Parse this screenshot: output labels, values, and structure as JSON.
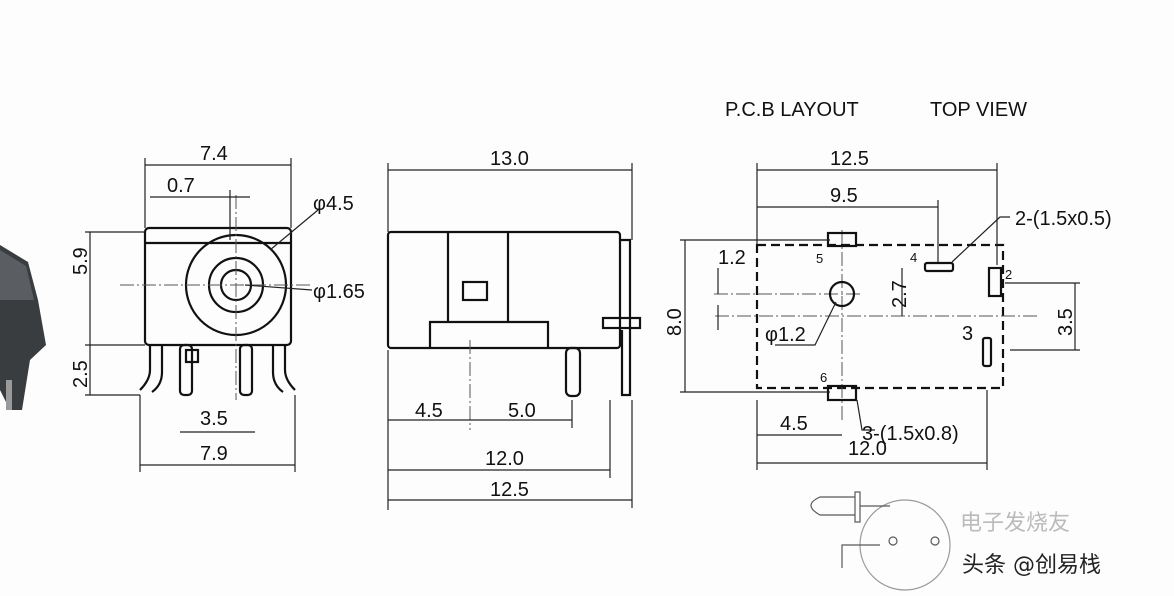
{
  "front_view": {
    "width_top": "7.4",
    "offset": "0.7",
    "outer_diameter": "φ4.5",
    "inner_diameter": "φ1.65",
    "height": "5.9",
    "pin_height": "2.5",
    "pin_spacing": "3.5",
    "width_bottom": "7.9"
  },
  "side_view": {
    "length": "13.0",
    "pin_offset_1": "4.5",
    "pin_offset_2": "5.0",
    "base_length": "12.0",
    "overall_length": "12.5"
  },
  "pcb_layout": {
    "title": "P.C.B LAYOUT",
    "view": "TOP VIEW",
    "width": "12.5",
    "pin4_offset": "9.5",
    "slot_note": "2-(1.5x0.5)",
    "offset_1_2": "1.2",
    "offset_2_7": "2.7",
    "hole_diameter": "φ1.2",
    "height": "8.0",
    "pin_spacing": "3.5",
    "center_offset": "4.5",
    "base_width": "12.0",
    "pad_note": "3-(1.5x0.8)",
    "pin_labels": [
      "5",
      "4",
      "2",
      "3",
      "6"
    ]
  },
  "watermark": {
    "text": "头条 @创易栈",
    "faded_text": "电子发烧友"
  }
}
